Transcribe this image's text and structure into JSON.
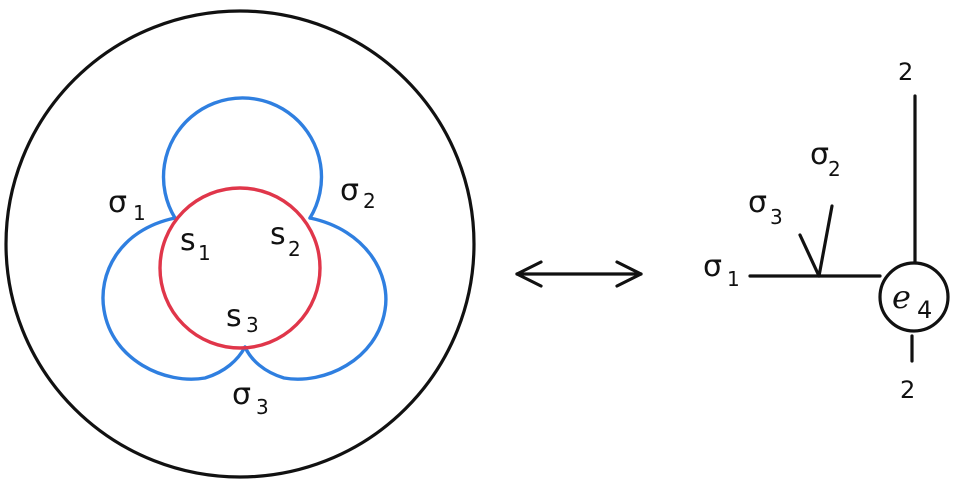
{
  "colors": {
    "ink": "#111111",
    "blue_curve": "#2f7fe0",
    "red_circle": "#e0364a",
    "background": "#ffffff"
  },
  "left_diagram": {
    "loop_labels": [
      {
        "base": "σ",
        "sub": "1"
      },
      {
        "base": "σ",
        "sub": "2"
      },
      {
        "base": "σ",
        "sub": "3"
      }
    ],
    "inner_labels": [
      {
        "base": "s",
        "sub": "1"
      },
      {
        "base": "s",
        "sub": "2"
      },
      {
        "base": "s",
        "sub": "3"
      }
    ]
  },
  "arrow": {
    "kind": "double-headed"
  },
  "right_diagram": {
    "node": {
      "base": "e",
      "sub": "4"
    },
    "top_leg_label": "2",
    "bottom_leg_label": "2",
    "branch_labels": [
      {
        "base": "σ",
        "sub": "1"
      },
      {
        "base": "σ",
        "sub": "2"
      },
      {
        "base": "σ",
        "sub": "3"
      }
    ]
  }
}
